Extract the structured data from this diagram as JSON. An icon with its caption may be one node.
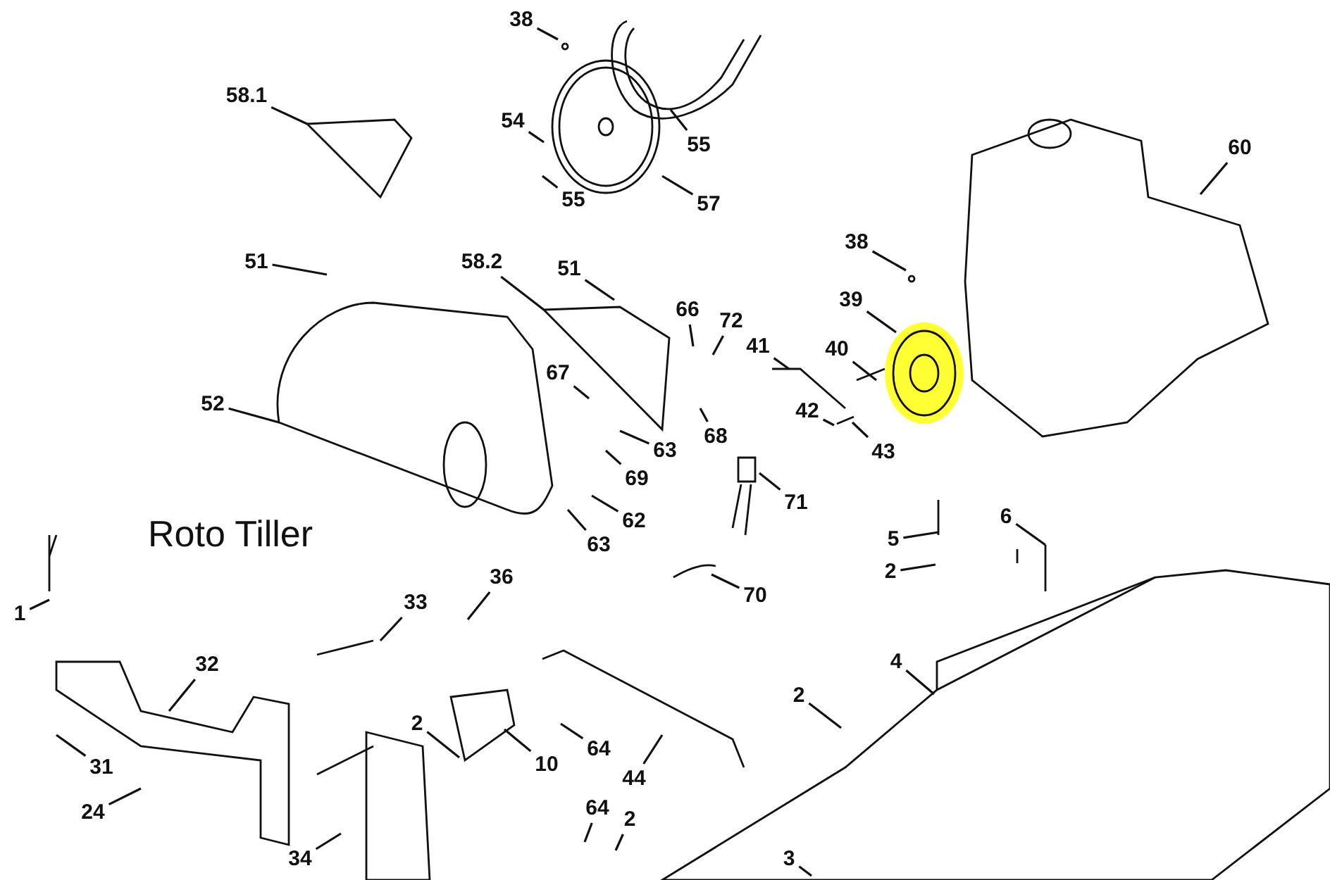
{
  "diagram": {
    "nodes": [
      {
        "text": [
          "38"
        ]
      },
      {
        "text": [
          "58.1"
        ]
      },
      {
        "text": [
          "54"
        ]
      },
      {
        "text": [
          "55"
        ]
      },
      {
        "text": [
          "55"
        ]
      },
      {
        "text": [
          "57"
        ]
      },
      {
        "text": [
          "60"
        ]
      },
      {
        "text": [
          "38"
        ]
      },
      {
        "text": [
          "51"
        ]
      },
      {
        "text": [
          "58.2"
        ]
      },
      {
        "text": [
          "51"
        ]
      },
      {
        "text": [
          "66"
        ]
      },
      {
        "text": [
          "72"
        ]
      },
      {
        "text": [
          "39"
        ]
      },
      {
        "text": [
          "41"
        ]
      },
      {
        "text": [
          "40"
        ]
      },
      {
        "text": [
          "67"
        ]
      },
      {
        "text": [
          "52"
        ]
      },
      {
        "text": [
          "42"
        ]
      },
      {
        "text": [
          "68"
        ]
      },
      {
        "text": [
          "43"
        ]
      },
      {
        "text": [
          "63"
        ]
      },
      {
        "text": [
          "69"
        ]
      },
      {
        "text": [
          "71"
        ]
      },
      {
        "text": [
          "62"
        ]
      },
      {
        "text": [
          "63"
        ]
      },
      {
        "text": [
          "5"
        ]
      },
      {
        "text": [
          "6"
        ]
      },
      {
        "text": [
          "2"
        ]
      },
      {
        "text": [
          "70"
        ]
      },
      {
        "text": [
          "1"
        ]
      },
      {
        "text": [
          "36"
        ]
      },
      {
        "text": [
          "33"
        ]
      },
      {
        "text": [
          "32"
        ]
      },
      {
        "text": [
          "4"
        ]
      },
      {
        "text": [
          "2"
        ]
      },
      {
        "text": [
          "2"
        ]
      },
      {
        "text": [
          "10"
        ]
      },
      {
        "text": [
          "64"
        ]
      },
      {
        "text": [
          "44"
        ]
      },
      {
        "text": [
          "31"
        ]
      },
      {
        "text": [
          "24"
        ]
      },
      {
        "text": [
          "64"
        ]
      },
      {
        "text": [
          "2"
        ]
      },
      {
        "text": [
          "34"
        ]
      },
      {
        "text": [
          "3"
        ]
      }
    ],
    "edges": [
      {
        "from": 0,
        "to": null,
        "arrow": "none"
      },
      {
        "from": 1,
        "to": null,
        "arrow": "none"
      },
      {
        "from": 2,
        "to": null,
        "arrow": "none"
      },
      {
        "from": 3,
        "to": null,
        "arrow": "none"
      },
      {
        "from": 4,
        "to": null,
        "arrow": "none"
      },
      {
        "from": 5,
        "to": null,
        "arrow": "none"
      },
      {
        "from": 6,
        "to": null,
        "arrow": "none"
      },
      {
        "from": 7,
        "to": null,
        "arrow": "none"
      },
      {
        "from": 8,
        "to": null,
        "arrow": "none"
      },
      {
        "from": 9,
        "to": null,
        "arrow": "none"
      },
      {
        "from": 10,
        "to": null,
        "arrow": "none"
      },
      {
        "from": 11,
        "to": null,
        "arrow": "none"
      },
      {
        "from": 12,
        "to": null,
        "arrow": "none"
      },
      {
        "from": 13,
        "to": null,
        "arrow": "none"
      },
      {
        "from": 14,
        "to": null,
        "arrow": "none"
      },
      {
        "from": 15,
        "to": null,
        "arrow": "none"
      },
      {
        "from": 16,
        "to": null,
        "arrow": "none"
      },
      {
        "from": 17,
        "to": null,
        "arrow": "none"
      },
      {
        "from": 18,
        "to": null,
        "arrow": "none"
      },
      {
        "from": 19,
        "to": null,
        "arrow": "none"
      },
      {
        "from": 20,
        "to": null,
        "arrow": "none"
      },
      {
        "from": 21,
        "to": null,
        "arrow": "none"
      },
      {
        "from": 22,
        "to": null,
        "arrow": "none"
      },
      {
        "from": 23,
        "to": null,
        "arrow": "none"
      },
      {
        "from": 24,
        "to": null,
        "arrow": "none"
      },
      {
        "from": 25,
        "to": null,
        "arrow": "none"
      },
      {
        "from": 26,
        "to": null,
        "arrow": "none"
      },
      {
        "from": 27,
        "to": null,
        "arrow": "none"
      },
      {
        "from": 28,
        "to": null,
        "arrow": "none"
      },
      {
        "from": 29,
        "to": null,
        "arrow": "none"
      },
      {
        "from": 30,
        "to": null,
        "arrow": "none"
      },
      {
        "from": 31,
        "to": null,
        "arrow": "none"
      },
      {
        "from": 32,
        "to": null,
        "arrow": "none"
      },
      {
        "from": 33,
        "to": null,
        "arrow": "none"
      },
      {
        "from": 34,
        "to": null,
        "arrow": "none"
      },
      {
        "from": 35,
        "to": null,
        "arrow": "none"
      },
      {
        "from": 36,
        "to": null,
        "arrow": "none"
      },
      {
        "from": 37,
        "to": null,
        "arrow": "none"
      },
      {
        "from": 38,
        "to": null,
        "arrow": "none"
      },
      {
        "from": 39,
        "to": null,
        "arrow": "none"
      },
      {
        "from": 40,
        "to": null,
        "arrow": "none"
      },
      {
        "from": 41,
        "to": null,
        "arrow": "none"
      },
      {
        "from": 42,
        "to": null,
        "arrow": "none"
      },
      {
        "from": 43,
        "to": null,
        "arrow": "none"
      },
      {
        "from": 44,
        "to": null,
        "arrow": "none"
      },
      {
        "from": 45,
        "to": null,
        "arrow": "none"
      }
    ],
    "labels": [
      "Roto Tiller"
    ]
  }
}
